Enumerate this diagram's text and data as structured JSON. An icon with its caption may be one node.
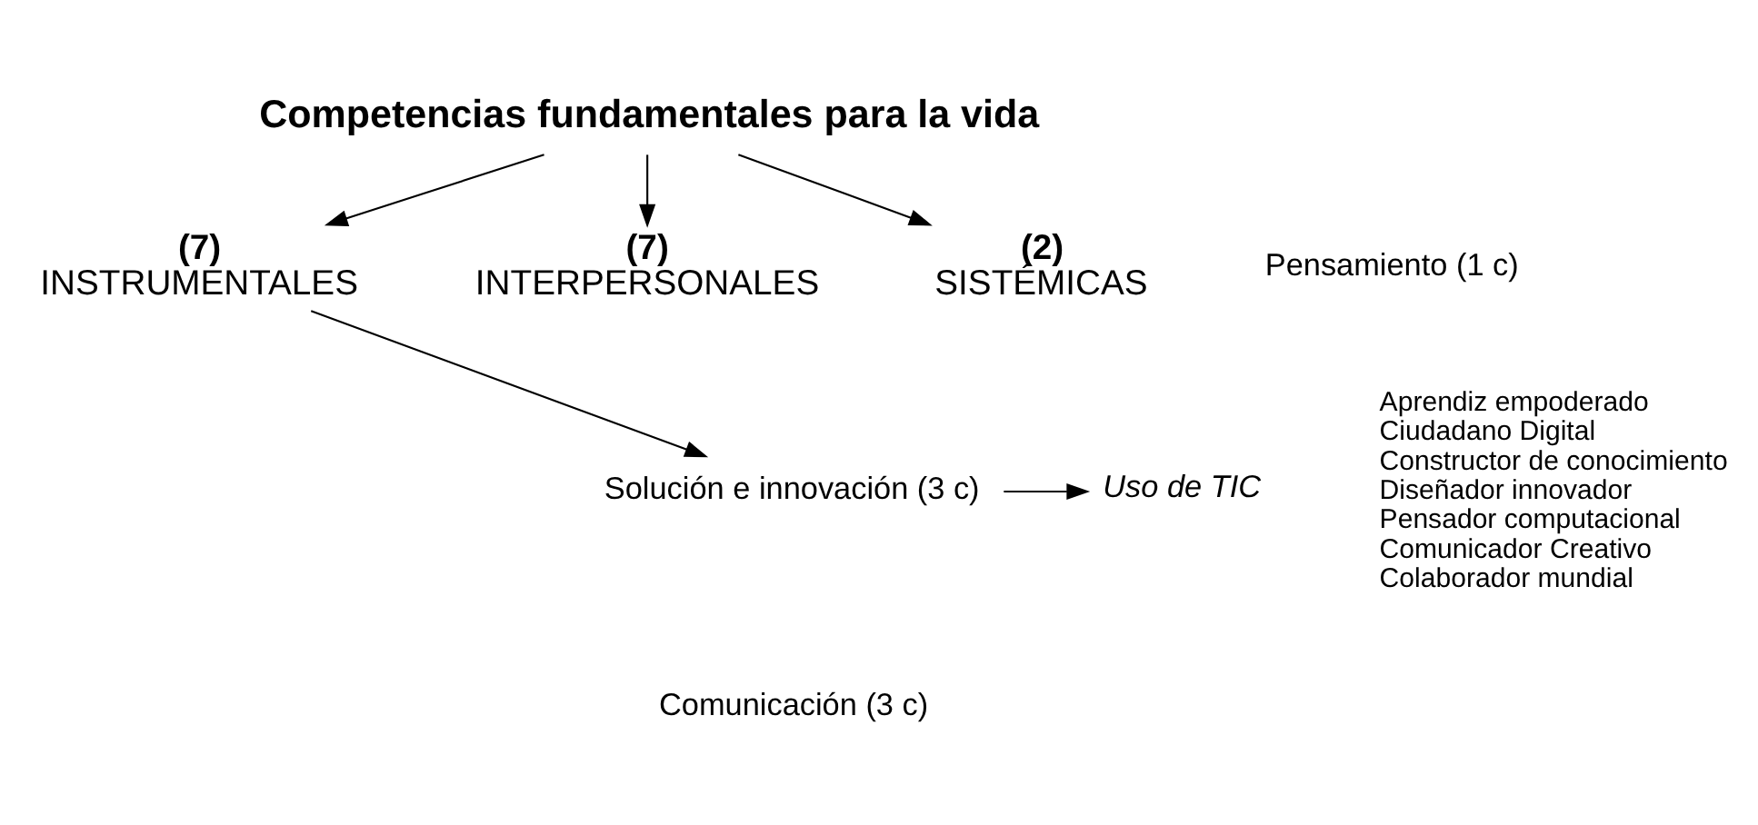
{
  "diagram": {
    "nodes": [
      {
        "text": [
          "Competencias fundamentales para la vida"
        ]
      },
      {
        "text": [
          "(7)",
          "INSTRUMENTALES"
        ]
      },
      {
        "text": [
          "(7)",
          "INTERPERSONALES"
        ]
      },
      {
        "text": [
          "(2)",
          "SISTÉMICAS"
        ]
      },
      {
        "text": [
          "Pensamiento (1 c)"
        ]
      },
      {
        "text": [
          "Solución e innovación (3 c)"
        ]
      },
      {
        "text": [
          "Comunicación (3 c)"
        ]
      },
      {
        "text": [
          "Uso de TIC"
        ]
      }
    ],
    "edges": [
      {
        "from": 0,
        "to": 1,
        "arrow": "to"
      },
      {
        "from": 0,
        "to": 2,
        "arrow": "to"
      },
      {
        "from": 0,
        "to": 3,
        "arrow": "to"
      },
      {
        "from": 1,
        "to": 5,
        "arrow": "to"
      },
      {
        "from": 5,
        "to": 7,
        "arrow": "to"
      }
    ],
    "labels": [
      "Aprendiz empoderado",
      "Ciudadano Digital",
      "Constructor de conocimiento",
      "Diseñador innovador",
      "Pensador computacional",
      "Comunicador Creativo",
      "Colaborador mundial"
    ]
  }
}
